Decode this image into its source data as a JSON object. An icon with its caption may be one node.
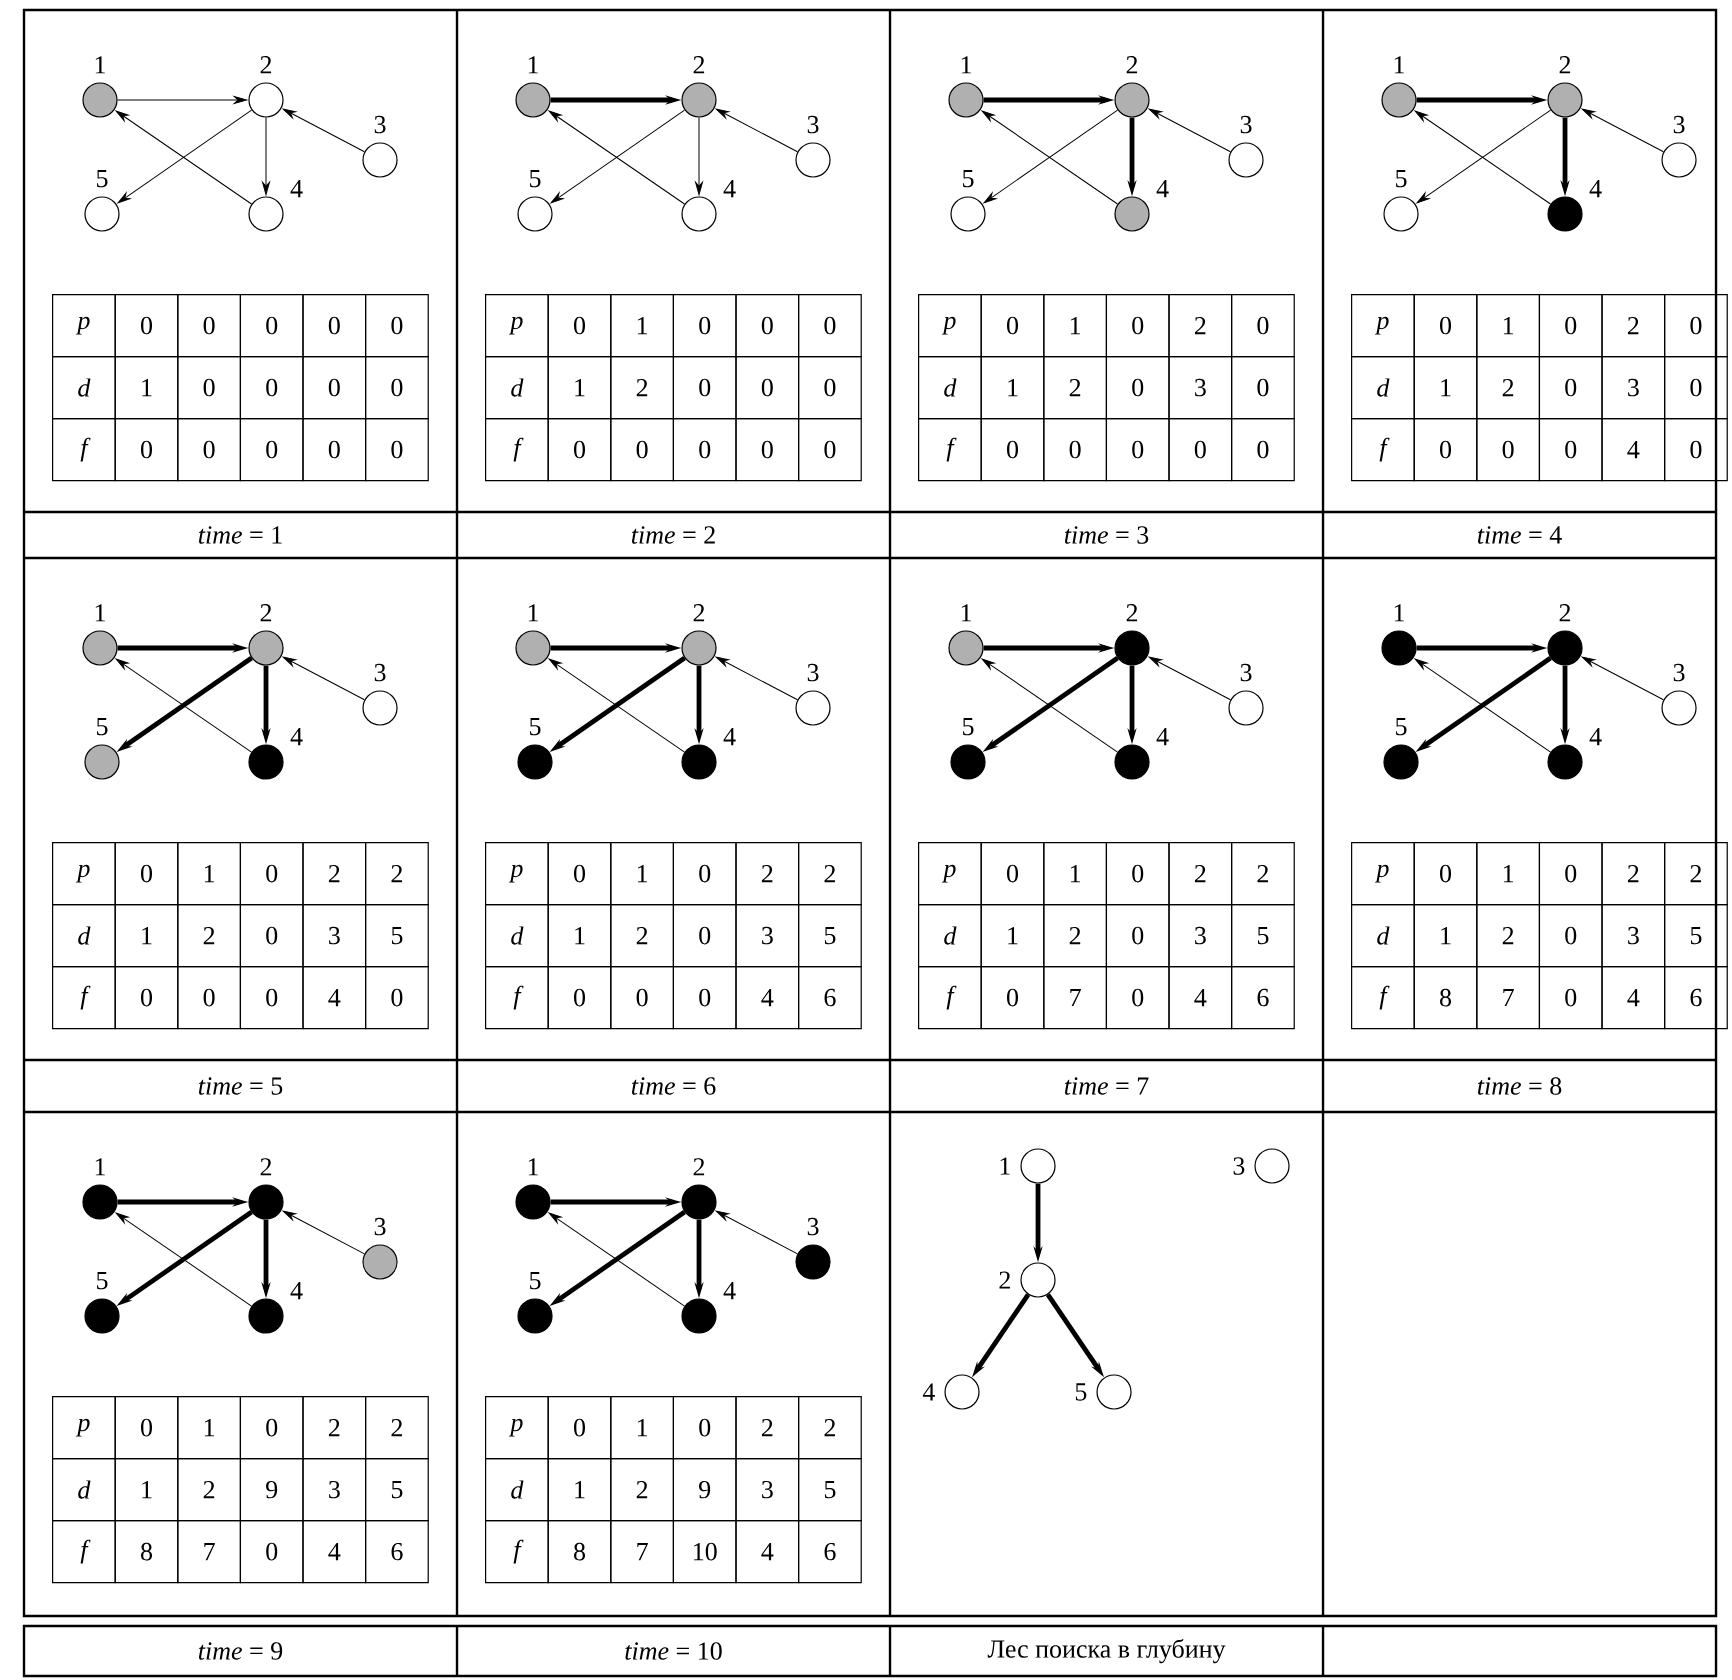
{
  "diagram": {
    "nodes": [
      {
        "text": [
          "1"
        ]
      },
      {
        "text": [
          "2"
        ]
      },
      {
        "text": [
          "3"
        ]
      },
      {
        "text": [
          "4"
        ]
      },
      {
        "text": [
          "5"
        ]
      },
      {
        "text": [
          "1"
        ]
      },
      {
        "text": [
          "2"
        ]
      },
      {
        "text": [
          "3"
        ]
      },
      {
        "text": [
          "4"
        ]
      },
      {
        "text": [
          "5"
        ]
      },
      {
        "text": [
          "1"
        ]
      },
      {
        "text": [
          "2"
        ]
      },
      {
        "text": [
          "3"
        ]
      },
      {
        "text": [
          "4"
        ]
      },
      {
        "text": [
          "5"
        ]
      },
      {
        "text": [
          "1"
        ]
      },
      {
        "text": [
          "2"
        ]
      },
      {
        "text": [
          "3"
        ]
      },
      {
        "text": [
          "4"
        ]
      },
      {
        "text": [
          "5"
        ]
      },
      {
        "text": [
          "1"
        ]
      },
      {
        "text": [
          "2"
        ]
      },
      {
        "text": [
          "3"
        ]
      },
      {
        "text": [
          "4"
        ]
      },
      {
        "text": [
          "5"
        ]
      },
      {
        "text": [
          "1"
        ]
      },
      {
        "text": [
          "2"
        ]
      },
      {
        "text": [
          "3"
        ]
      },
      {
        "text": [
          "4"
        ]
      },
      {
        "text": [
          "5"
        ]
      },
      {
        "text": [
          "1"
        ]
      },
      {
        "text": [
          "2"
        ]
      },
      {
        "text": [
          "3"
        ]
      },
      {
        "text": [
          "4"
        ]
      },
      {
        "text": [
          "5"
        ]
      },
      {
        "text": [
          "1"
        ]
      },
      {
        "text": [
          "2"
        ]
      },
      {
        "text": [
          "3"
        ]
      },
      {
        "text": [
          "4"
        ]
      },
      {
        "text": [
          "5"
        ]
      },
      {
        "text": [
          "1"
        ]
      },
      {
        "text": [
          "2"
        ]
      },
      {
        "text": [
          "3"
        ]
      },
      {
        "text": [
          "4"
        ]
      },
      {
        "text": [
          "5"
        ]
      },
      {
        "text": [
          "1"
        ]
      },
      {
        "text": [
          "2"
        ]
      },
      {
        "text": [
          "3"
        ]
      },
      {
        "text": [
          "4"
        ]
      },
      {
        "text": [
          "5"
        ]
      },
      {
        "text": [
          "1"
        ]
      },
      {
        "text": [
          "2"
        ]
      },
      {
        "text": [
          "3"
        ]
      },
      {
        "text": [
          "4"
        ]
      },
      {
        "text": [
          "5"
        ]
      }
    ],
    "edges": [
      {
        "from": 0,
        "to": 1,
        "arrow": "to"
      },
      {
        "from": 1,
        "to": 3,
        "arrow": "to"
      },
      {
        "from": 1,
        "to": 4,
        "arrow": "to"
      },
      {
        "from": 2,
        "to": 1,
        "arrow": "to"
      },
      {
        "from": 3,
        "to": 0,
        "arrow": "to"
      },
      {
        "from": 5,
        "to": 6,
        "arrow": "to",
        "style": "thick"
      },
      {
        "from": 6,
        "to": 8,
        "arrow": "to"
      },
      {
        "from": 6,
        "to": 9,
        "arrow": "to"
      },
      {
        "from": 7,
        "to": 6,
        "arrow": "to"
      },
      {
        "from": 8,
        "to": 5,
        "arrow": "to"
      },
      {
        "from": 10,
        "to": 11,
        "arrow": "to",
        "style": "thick"
      },
      {
        "from": 11,
        "to": 13,
        "arrow": "to",
        "style": "thick"
      },
      {
        "from": 11,
        "to": 14,
        "arrow": "to"
      },
      {
        "from": 12,
        "to": 11,
        "arrow": "to"
      },
      {
        "from": 13,
        "to": 10,
        "arrow": "to"
      },
      {
        "from": 15,
        "to": 16,
        "arrow": "to",
        "style": "thick"
      },
      {
        "from": 16,
        "to": 18,
        "arrow": "to",
        "style": "thick"
      },
      {
        "from": 16,
        "to": 19,
        "arrow": "to"
      },
      {
        "from": 17,
        "to": 16,
        "arrow": "to"
      },
      {
        "from": 18,
        "to": 15,
        "arrow": "to"
      },
      {
        "from": 20,
        "to": 21,
        "arrow": "to",
        "style": "thick"
      },
      {
        "from": 21,
        "to": 23,
        "arrow": "to",
        "style": "thick"
      },
      {
        "from": 21,
        "to": 24,
        "arrow": "to",
        "style": "thick"
      },
      {
        "from": 22,
        "to": 21,
        "arrow": "to"
      },
      {
        "from": 23,
        "to": 20,
        "arrow": "to"
      },
      {
        "from": 25,
        "to": 26,
        "arrow": "to",
        "style": "thick"
      },
      {
        "from": 26,
        "to": 28,
        "arrow": "to",
        "style": "thick"
      },
      {
        "from": 26,
        "to": 29,
        "arrow": "to",
        "style": "thick"
      },
      {
        "from": 27,
        "to": 26,
        "arrow": "to"
      },
      {
        "from": 28,
        "to": 25,
        "arrow": "to"
      },
      {
        "from": 30,
        "to": 31,
        "arrow": "to",
        "style": "thick"
      },
      {
        "from": 31,
        "to": 33,
        "arrow": "to",
        "style": "thick"
      },
      {
        "from": 31,
        "to": 34,
        "arrow": "to",
        "style": "thick"
      },
      {
        "from": 32,
        "to": 31,
        "arrow": "to"
      },
      {
        "from": 33,
        "to": 30,
        "arrow": "to"
      },
      {
        "from": 35,
        "to": 36,
        "arrow": "to",
        "style": "thick"
      },
      {
        "from": 36,
        "to": 38,
        "arrow": "to",
        "style": "thick"
      },
      {
        "from": 36,
        "to": 39,
        "arrow": "to",
        "style": "thick"
      },
      {
        "from": 37,
        "to": 36,
        "arrow": "to"
      },
      {
        "from": 38,
        "to": 35,
        "arrow": "to"
      },
      {
        "from": 40,
        "to": 41,
        "arrow": "to",
        "style": "thick"
      },
      {
        "from": 41,
        "to": 43,
        "arrow": "to",
        "style": "thick"
      },
      {
        "from": 41,
        "to": 44,
        "arrow": "to",
        "style": "thick"
      },
      {
        "from": 42,
        "to": 41,
        "arrow": "to"
      },
      {
        "from": 43,
        "to": 40,
        "arrow": "to"
      },
      {
        "from": 45,
        "to": 46,
        "arrow": "to",
        "style": "thick"
      },
      {
        "from": 46,
        "to": 48,
        "arrow": "to",
        "style": "thick"
      },
      {
        "from": 46,
        "to": 49,
        "arrow": "to",
        "style": "thick"
      },
      {
        "from": 47,
        "to": 46,
        "arrow": "to"
      },
      {
        "from": 48,
        "to": 45,
        "arrow": "to"
      },
      {
        "from": 50,
        "to": 51,
        "arrow": "to",
        "style": "thick"
      },
      {
        "from": 51,
        "to": 53,
        "arrow": "to",
        "style": "thick"
      },
      {
        "from": 51,
        "to": 54,
        "arrow": "to",
        "style": "thick"
      }
    ],
    "labels": [
      "p",
      "0",
      "0",
      "0",
      "0",
      "0",
      "d",
      "1",
      "0",
      "0",
      "0",
      "0",
      "f",
      "0",
      "0",
      "0",
      "0",
      "0",
      "p",
      "0",
      "1",
      "0",
      "0",
      "0",
      "d",
      "1",
      "2",
      "0",
      "0",
      "0",
      "f",
      "0",
      "0",
      "0",
      "0",
      "0",
      "p",
      "0",
      "1",
      "0",
      "2",
      "0",
      "d",
      "1",
      "2",
      "0",
      "3",
      "0",
      "f",
      "0",
      "0",
      "0",
      "0",
      "0",
      "p",
      "0",
      "1",
      "0",
      "2",
      "0",
      "d",
      "1",
      "2",
      "0",
      "3",
      "0",
      "f",
      "0",
      "0",
      "0",
      "4",
      "0",
      "*time* = 1",
      "*time* = 2",
      "*time* = 3",
      "*time* = 4",
      "p",
      "0",
      "1",
      "0",
      "2",
      "2",
      "d",
      "1",
      "2",
      "0",
      "3",
      "5",
      "f",
      "0",
      "0",
      "0",
      "4",
      "0",
      "p",
      "0",
      "1",
      "0",
      "2",
      "2",
      "d",
      "1",
      "2",
      "0",
      "3",
      "5",
      "f",
      "0",
      "0",
      "0",
      "4",
      "6",
      "p",
      "0",
      "1",
      "0",
      "2",
      "2",
      "d",
      "1",
      "2",
      "0",
      "3",
      "5",
      "f",
      "0",
      "7",
      "0",
      "4",
      "6",
      "p",
      "0",
      "1",
      "0",
      "2",
      "2",
      "d",
      "1",
      "2",
      "0",
      "3",
      "5",
      "f",
      "8",
      "7",
      "0",
      "4",
      "6",
      "*time* = 5",
      "*time* = 6",
      "*time* = 7",
      "*time* = 8",
      "p",
      "0",
      "1",
      "0",
      "2",
      "2",
      "d",
      "1",
      "2",
      "9",
      "3",
      "5",
      "f",
      "8",
      "7",
      "0",
      "4",
      "6",
      "p",
      "0",
      "1",
      "0",
      "2",
      "2",
      "d",
      "1",
      "2",
      "9",
      "3",
      "5",
      "f",
      "8",
      "7",
      "10",
      "4",
      "6",
      "*time* = 9",
      "*time* = 10",
      "Лес поиска в глубину"
    ]
  }
}
